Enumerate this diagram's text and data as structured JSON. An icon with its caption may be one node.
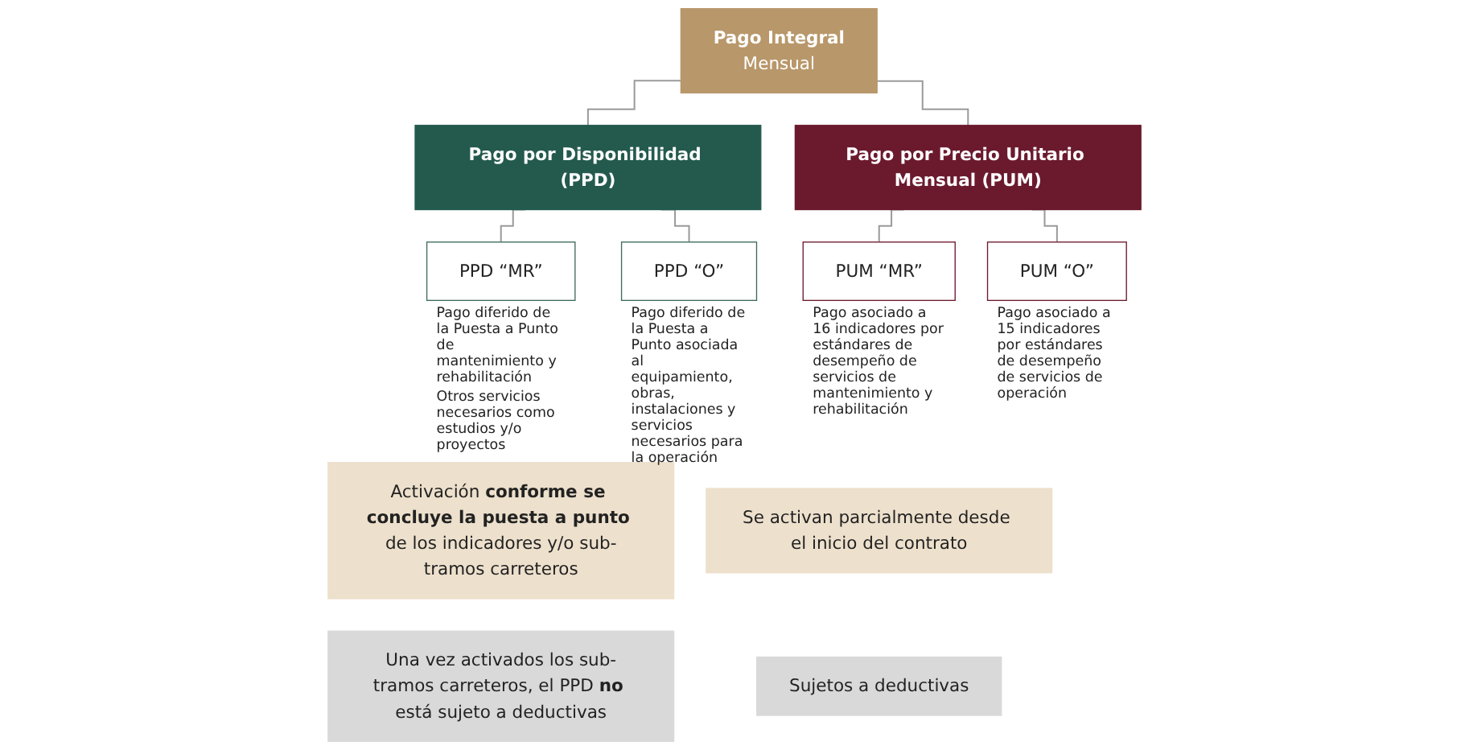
{
  "diagram": {
    "nodes": [
      {
        "text": [
          "Pago Integral",
          "Mensual"
        ]
      },
      {
        "text": [
          "Pago por Disponibilidad (PPD)"
        ]
      },
      {
        "text": [
          "Pago por Precio Unitario Mensual (PUM)"
        ]
      },
      {
        "text": [
          "PPD “MR”"
        ],
        "beside": [
          "Pago diferido de la Puesta a Punto de mantenimiento y rehabilitación",
          "Otros servicios necesarios como estudios y/o proyectos"
        ]
      },
      {
        "text": [
          "PPD “O”"
        ],
        "beside": [
          "Pago diferido de la Puesta a Punto asociada al equipamiento, obras, instalaciones y servicios necesarios para la operación"
        ]
      },
      {
        "text": [
          "PUM “MR”"
        ],
        "beside": [
          "Pago asociado a 16 indicadores por estándares de desempeño de servicios de mantenimiento y rehabilitación"
        ]
      },
      {
        "text": [
          "PUM “O”"
        ],
        "beside": [
          "Pago asociado a 15 indicadores por estándares de desempeño de servicios de operación"
        ]
      },
      {
        "text": [
          "Activación **conforme se concluye la puesta a punto** de los indicadores y/o sub-tramos carreteros"
        ]
      },
      {
        "text": [
          "Una vez activados los sub-tramos carreteros, el PPD **no** está sujeto a deductivas"
        ]
      },
      {
        "text": [
          "Se activan parcialmente desde el inicio del contrato"
        ]
      },
      {
        "text": [
          "Sujetos a deductivas"
        ]
      }
    ],
    "edges": [
      {
        "from": 0,
        "to": 1,
        "arrow": "none"
      },
      {
        "from": 0,
        "to": 2,
        "arrow": "none"
      },
      {
        "from": 1,
        "to": 3,
        "arrow": "none"
      },
      {
        "from": 1,
        "to": 4,
        "arrow": "none"
      },
      {
        "from": 2,
        "to": 5,
        "arrow": "none"
      },
      {
        "from": 2,
        "to": 6,
        "arrow": "none"
      }
    ]
  }
}
